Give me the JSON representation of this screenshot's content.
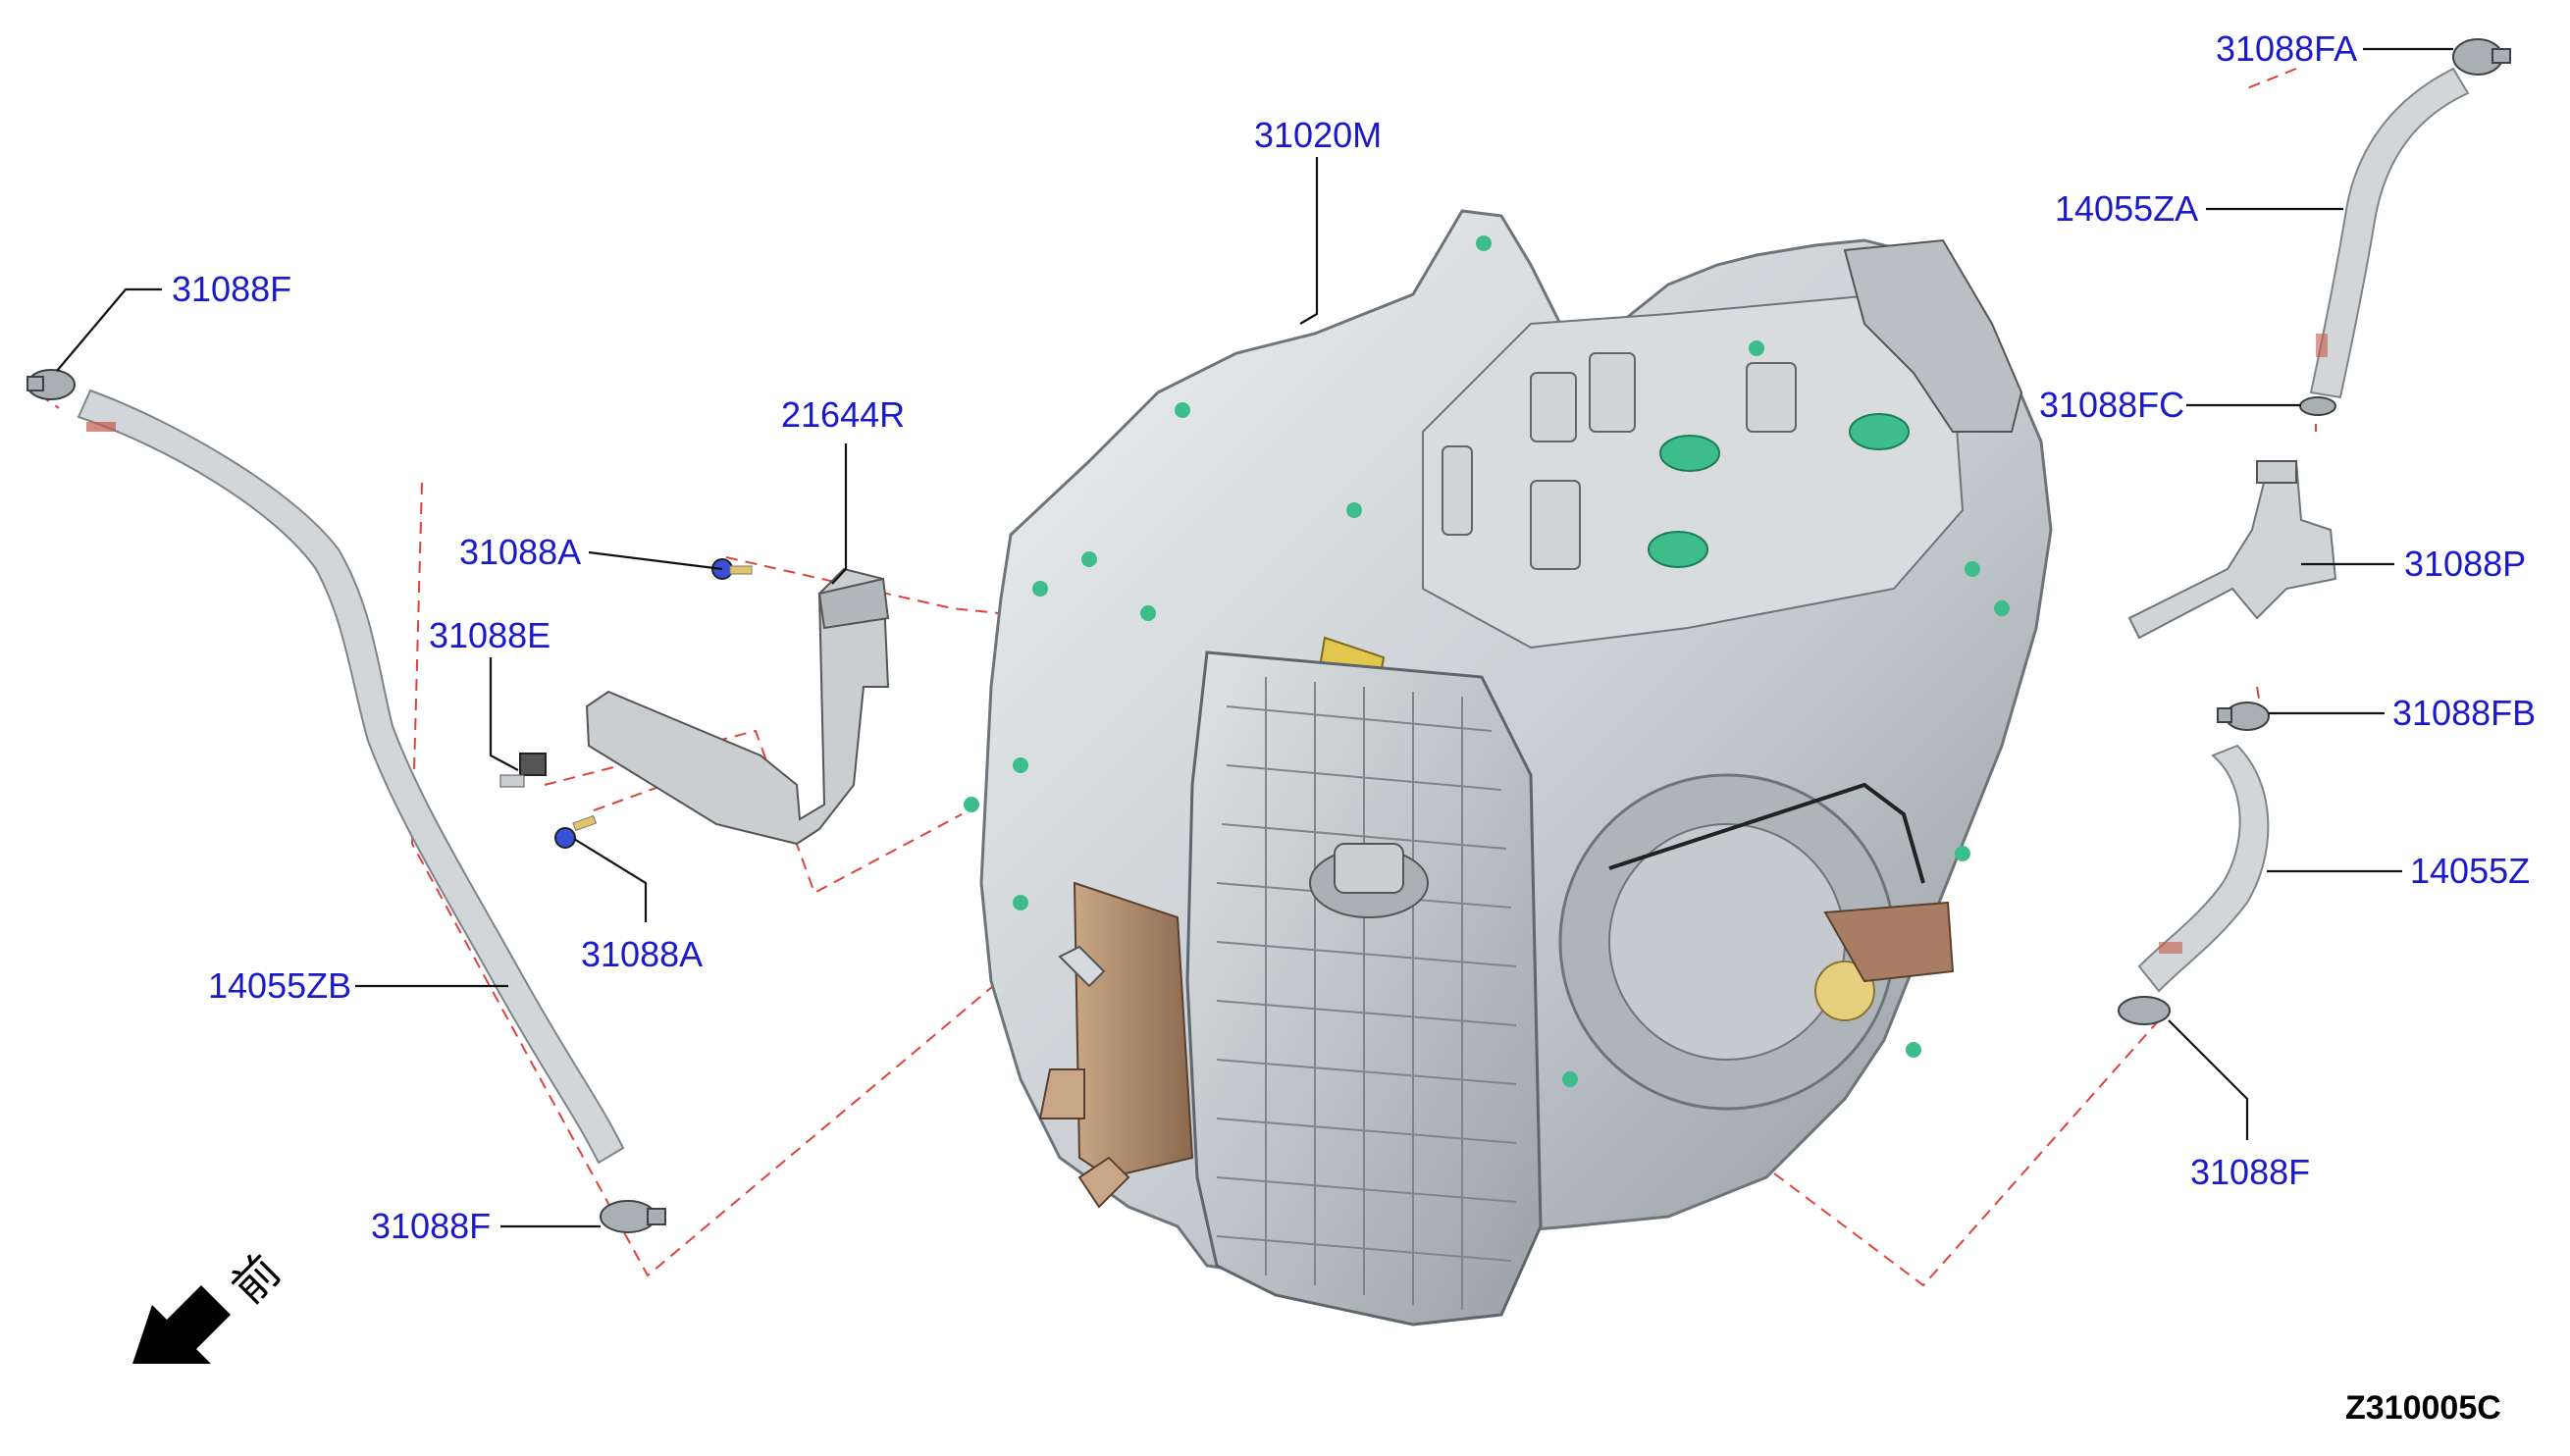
{
  "callouts": [
    {
      "id": "c_31088F_tl",
      "text": "31088F"
    },
    {
      "id": "c_21644R",
      "text": "21644R"
    },
    {
      "id": "c_31088A_top",
      "text": "31088A"
    },
    {
      "id": "c_31088E",
      "text": "31088E"
    },
    {
      "id": "c_31088A_bot",
      "text": "31088A"
    },
    {
      "id": "c_14055ZB",
      "text": "14055ZB"
    },
    {
      "id": "c_31088F_bl",
      "text": "31088F"
    },
    {
      "id": "c_31020M",
      "text": "31020M"
    },
    {
      "id": "c_31088FA",
      "text": "31088FA"
    },
    {
      "id": "c_14055ZA",
      "text": "14055ZA"
    },
    {
      "id": "c_31088FC",
      "text": "31088FC"
    },
    {
      "id": "c_31088P",
      "text": "31088P"
    },
    {
      "id": "c_31088FB",
      "text": "31088FB"
    },
    {
      "id": "c_14055Z",
      "text": "14055Z"
    },
    {
      "id": "c_31088F_br",
      "text": "31088F"
    }
  ],
  "front_indicator": {
    "label": "前",
    "icon": "front-arrow-icon"
  },
  "diagram_code": "Z310005C",
  "colors": {
    "callout_text": "#1a1acc",
    "leader_line": "#111111",
    "dashed_line": "#e0413a",
    "housing": "#c9ced1",
    "highlight_green": "#3dbd8a",
    "cooler_copper": "#b08a6a"
  }
}
